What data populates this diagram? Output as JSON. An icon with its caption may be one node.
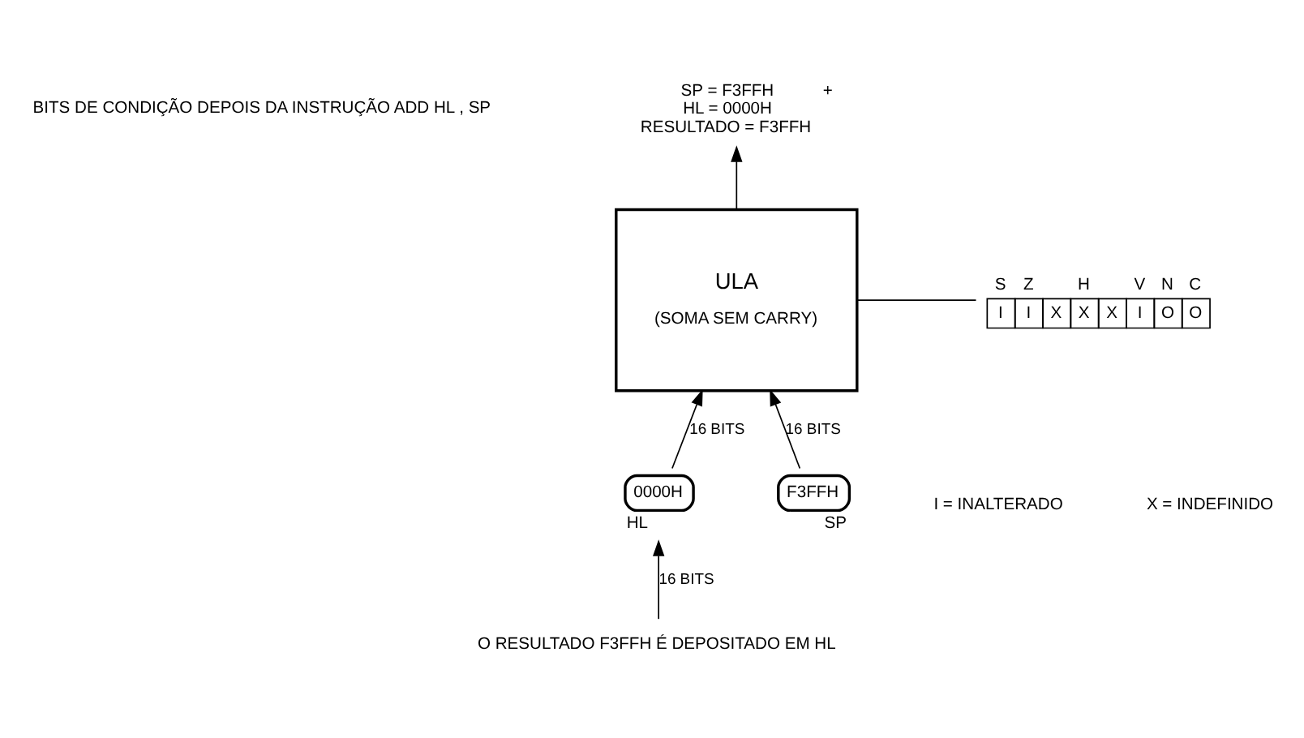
{
  "diagram": {
    "nodes": [
      {
        "text": [
          "ULA",
          "(SOMA SEM CARRY)"
        ]
      },
      {
        "text": [
          "0000H"
        ],
        "beside": [
          "HL"
        ]
      },
      {
        "text": [
          "F3FFH"
        ],
        "beside": [
          "SP"
        ]
      },
      {
        "text": [
          "I",
          "I",
          "X",
          "X",
          "X",
          "I",
          "O",
          "O"
        ],
        "beside": [
          "S",
          "Z",
          "H",
          "V",
          "N",
          "C"
        ]
      },
      {
        "text": [
          "SP = F3FFH",
          "HL = 0000H",
          "RESULTADO = F3FFH"
        ],
        "beside": [
          "+"
        ]
      },
      {
        "text": [
          "O RESULTADO F3FFH É DEPOSITADO EM HL"
        ]
      }
    ],
    "edges": [
      {
        "from": 1,
        "to": 0,
        "arrow": "to",
        "label": "16 BITS"
      },
      {
        "from": 2,
        "to": 0,
        "arrow": "to",
        "label": "16 BITS"
      },
      {
        "from": 0,
        "to": 3,
        "arrow": "none"
      },
      {
        "from": 0,
        "to": 4,
        "arrow": "to"
      },
      {
        "from": 5,
        "to": 1,
        "arrow": "to",
        "label": "16 BITS"
      }
    ],
    "labels": [
      "BITS DE CONDIÇÃO DEPOIS DA INSTRUÇÃO ADD HL , SP",
      "I = INALTERADO",
      "X = INDEFINIDO"
    ]
  }
}
